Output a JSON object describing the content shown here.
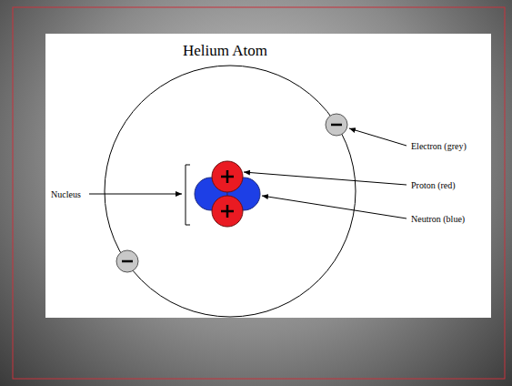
{
  "diagram": {
    "title": "Helium Atom",
    "labels": [
      "Nucleus",
      "Electron (grey)",
      "Proton (red)",
      "Neutron (blue)"
    ]
  }
}
